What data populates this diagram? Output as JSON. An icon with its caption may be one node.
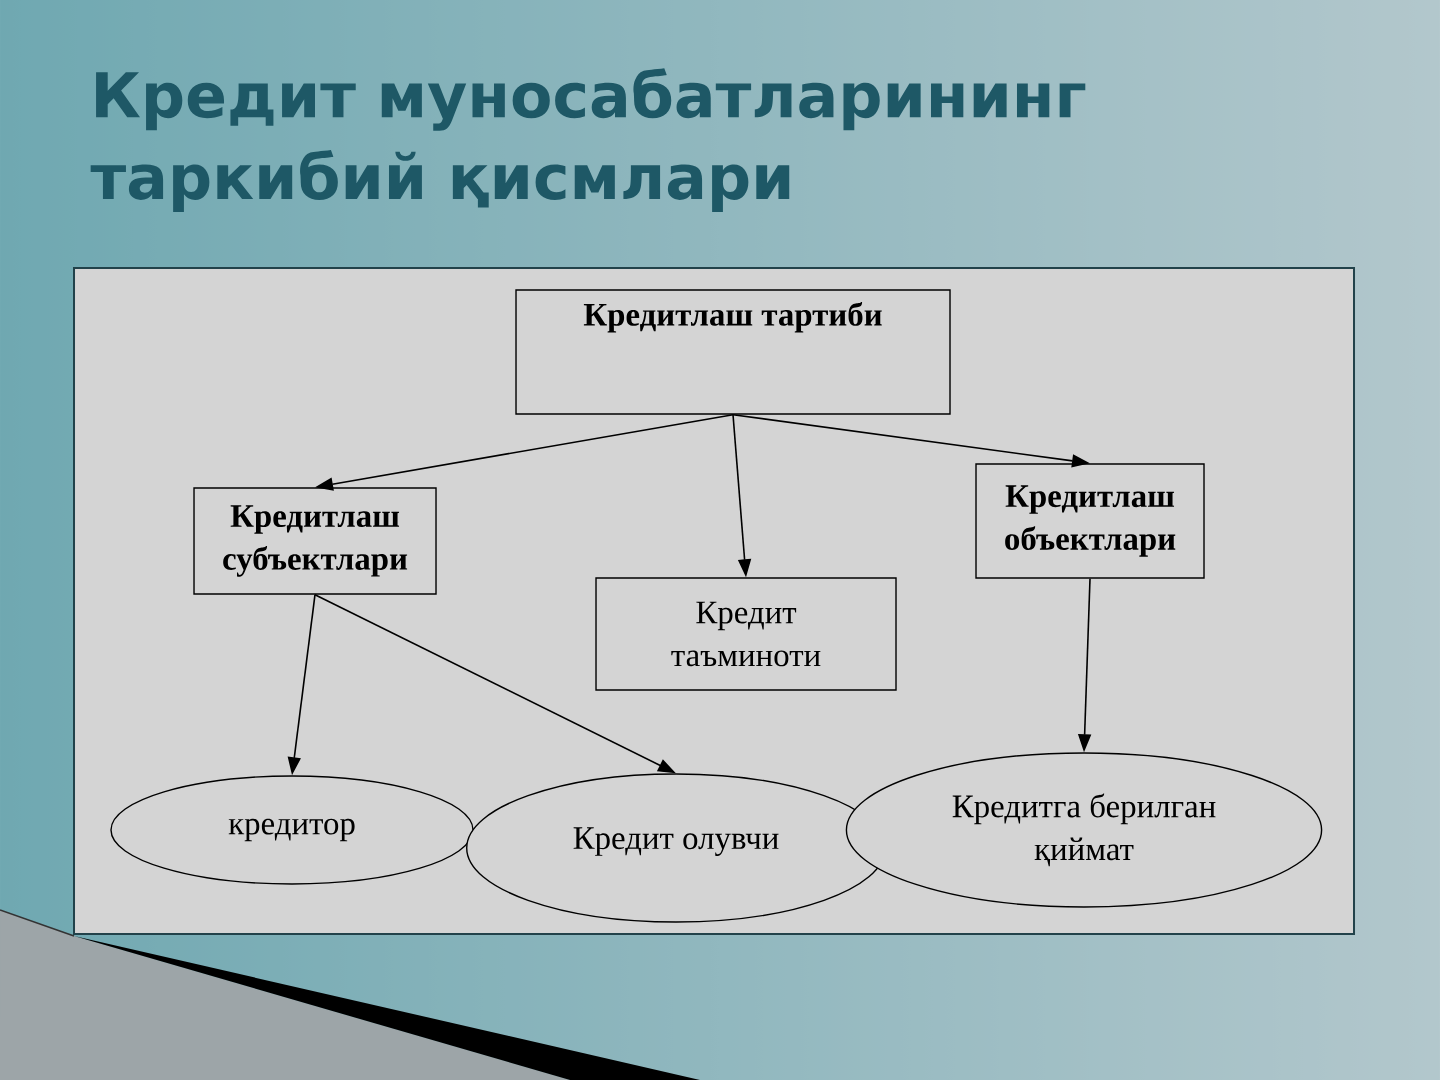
{
  "diagram": {
    "title": "Кредит муносабатларининг таркибий қисмлари",
    "nodes": [
      {
        "text": [],
        "shape": "box"
      },
      {
        "text": [
          "Кредитлаш тартиби"
        ],
        "in": 0
      },
      {
        "text": [
          "Кредитлаш субъектлари"
        ],
        "in": 0
      },
      {
        "text": [
          "Кредит таъминоти"
        ],
        "in": 0
      },
      {
        "text": [
          "Кредитлаш объектлари"
        ],
        "in": 0
      },
      {
        "text": [
          "кредитор"
        ],
        "in": 0
      },
      {
        "text": [
          "Кредит олувчи"
        ],
        "in": 0
      },
      {
        "text": [
          "Кредитга берилган қиймат"
        ],
        "in": 0
      }
    ],
    "edges": [
      {
        "from": 1,
        "to": 2,
        "arrow": "to"
      },
      {
        "from": 1,
        "to": 3,
        "arrow": "to"
      },
      {
        "from": 1,
        "to": 4,
        "arrow": "to"
      },
      {
        "from": 2,
        "to": 5,
        "arrow": "to"
      },
      {
        "from": 2,
        "to": 6,
        "arrow": "to"
      },
      {
        "from": 4,
        "to": 7,
        "arrow": "to"
      }
    ]
  }
}
